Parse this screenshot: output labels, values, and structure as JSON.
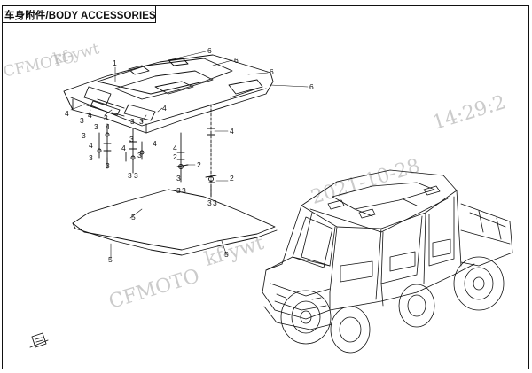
{
  "title": "车身附件/BODY ACCESSORIES",
  "watermark": {
    "brand": "CFMOTO",
    "user": "kf-ywt",
    "date": "2021-10-28",
    "time": "14:29:2"
  },
  "callouts": {
    "c1": "1",
    "c2": "2",
    "c3": "3",
    "c4": "4",
    "c5": "5",
    "c6": "6"
  }
}
